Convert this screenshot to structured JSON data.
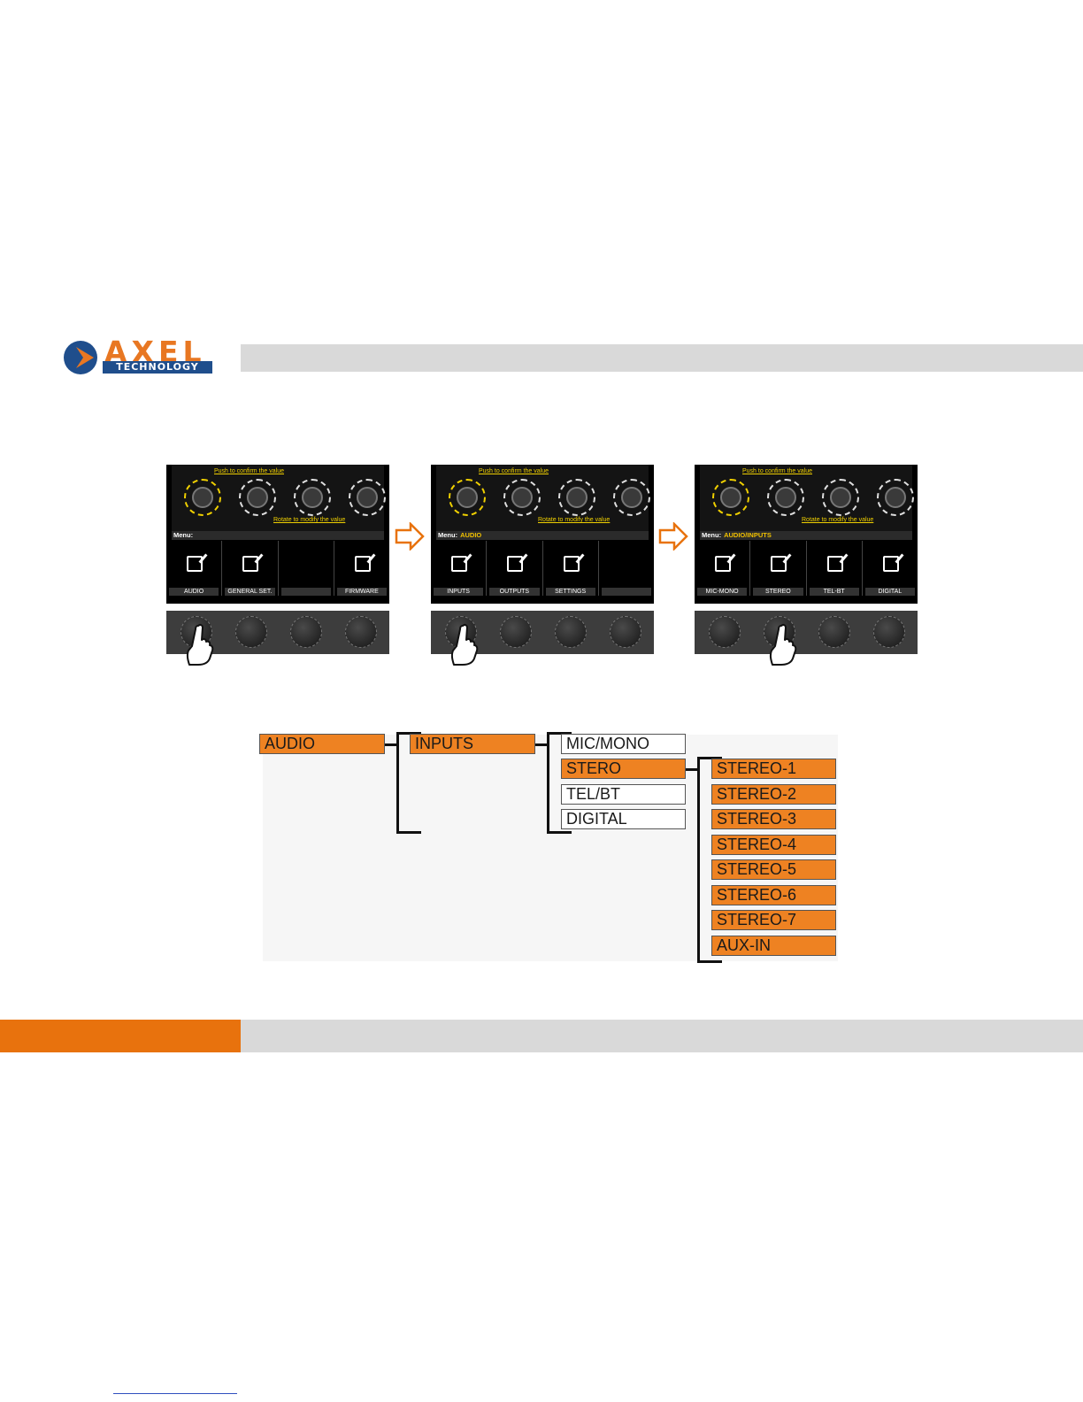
{
  "brand": {
    "logo_word": "AXEL",
    "logo_sub": "TECHNOLOGY",
    "accent": "#e8720d",
    "blue": "#1f4e8c"
  },
  "panels": [
    {
      "hint_push": "Push to confirm the value",
      "hint_rotate": "Rotate to modify the value",
      "menu_label": "Menu:",
      "menu_path": "",
      "cells": [
        "AUDIO",
        "GENERAL SET.",
        "",
        "FIRMWARE"
      ],
      "pressed_knob": 1
    },
    {
      "hint_push": "Push to confirm the value",
      "hint_rotate": "Rotate to modify the value",
      "menu_label": "Menu:",
      "menu_path": "AUDIO",
      "cells": [
        "INPUTS",
        "OUTPUTS",
        "SETTINGS",
        ""
      ],
      "pressed_knob": 1
    },
    {
      "hint_push": "Push to confirm the value",
      "hint_rotate": "Rotate to modify the value",
      "menu_label": "Menu:",
      "menu_path": "AUDIO/INPUTS",
      "cells": [
        "MIC-MONO",
        "STEREO",
        "TEL-BT",
        "DIGITAL"
      ],
      "pressed_knob": 2
    }
  ],
  "tree": {
    "level1": "AUDIO",
    "level2": "INPUTS",
    "level3": [
      "MIC/MONO",
      "STERO",
      "TEL/BT",
      "DIGITAL"
    ],
    "level4": [
      "STEREO-1",
      "STEREO-2",
      "STEREO-3",
      "STEREO-4",
      "STEREO-5",
      "STEREO-6",
      "STEREO-7",
      "AUX-IN"
    ]
  }
}
